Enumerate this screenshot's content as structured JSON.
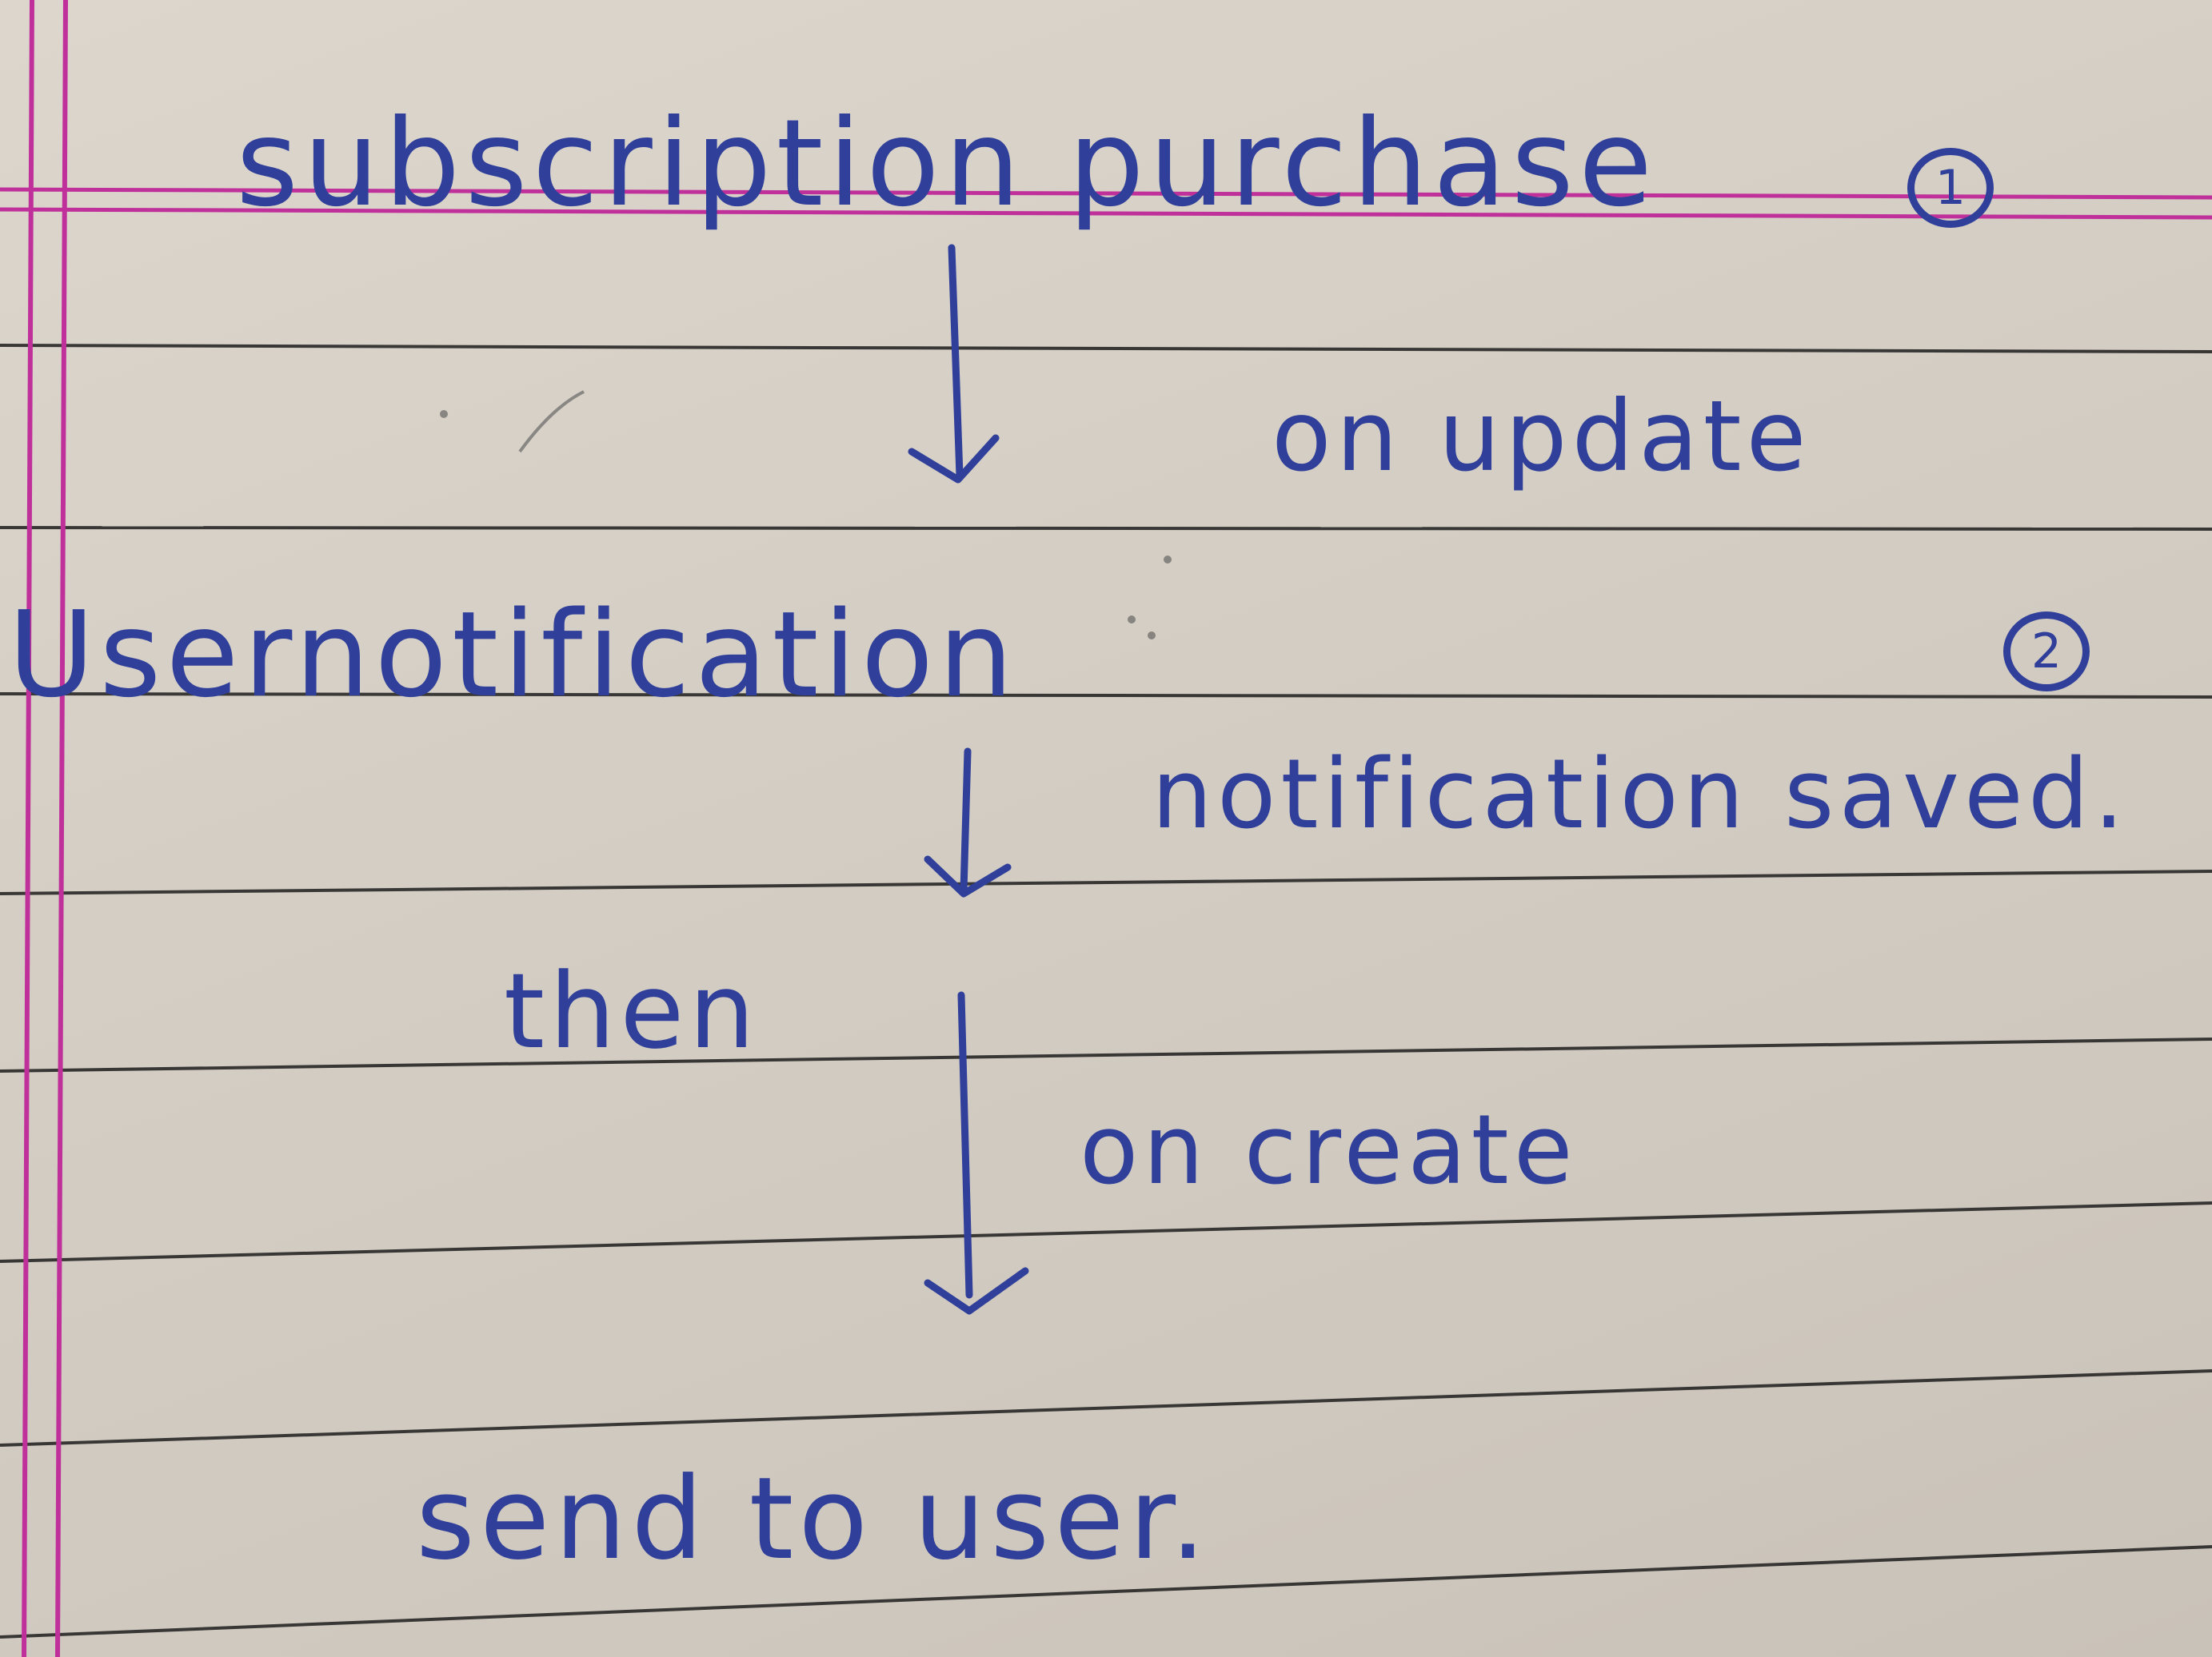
{
  "note": {
    "step1_title": "subscription purchase",
    "step1_number": "1",
    "arrow1_label": "on update",
    "step2_title": "Usernotification",
    "step2_number": "2",
    "arrow2_label": "notification saved.",
    "connector_word": "then",
    "arrow3_label": "on create",
    "final_step": "send to user."
  },
  "colors": {
    "ink": "#2f3f9a",
    "paper": "#d6d0c6",
    "margin_line": "#c0309a",
    "ruled_line": "#1e1e1e"
  }
}
